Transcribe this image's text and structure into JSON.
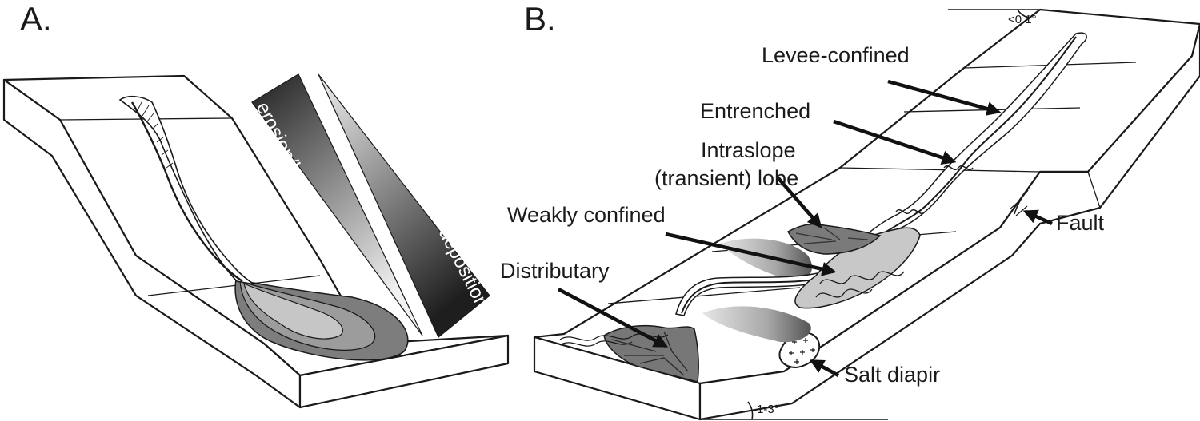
{
  "panel_a": {
    "label": "A.",
    "wedge_erosion": "erosion/bypass",
    "wedge_deposition": "deposition"
  },
  "panel_b": {
    "label": "B.",
    "angle_top": "<0.1°",
    "angle_bottom": "1-3°",
    "labels": {
      "levee": "Levee-confined",
      "entrenched": "Entrenched",
      "intraslope_1": "Intraslope",
      "intraslope_2": "(transient) lobe",
      "weakly": "Weakly confined",
      "distributary": "Distributary",
      "fault": "Fault",
      "salt": "Salt diapir"
    }
  },
  "colors": {
    "outline": "#1a1a1a",
    "fill_dark": "#6e6e6e",
    "fill_mid": "#9a9a9a",
    "fill_light": "#c8c8c8"
  }
}
